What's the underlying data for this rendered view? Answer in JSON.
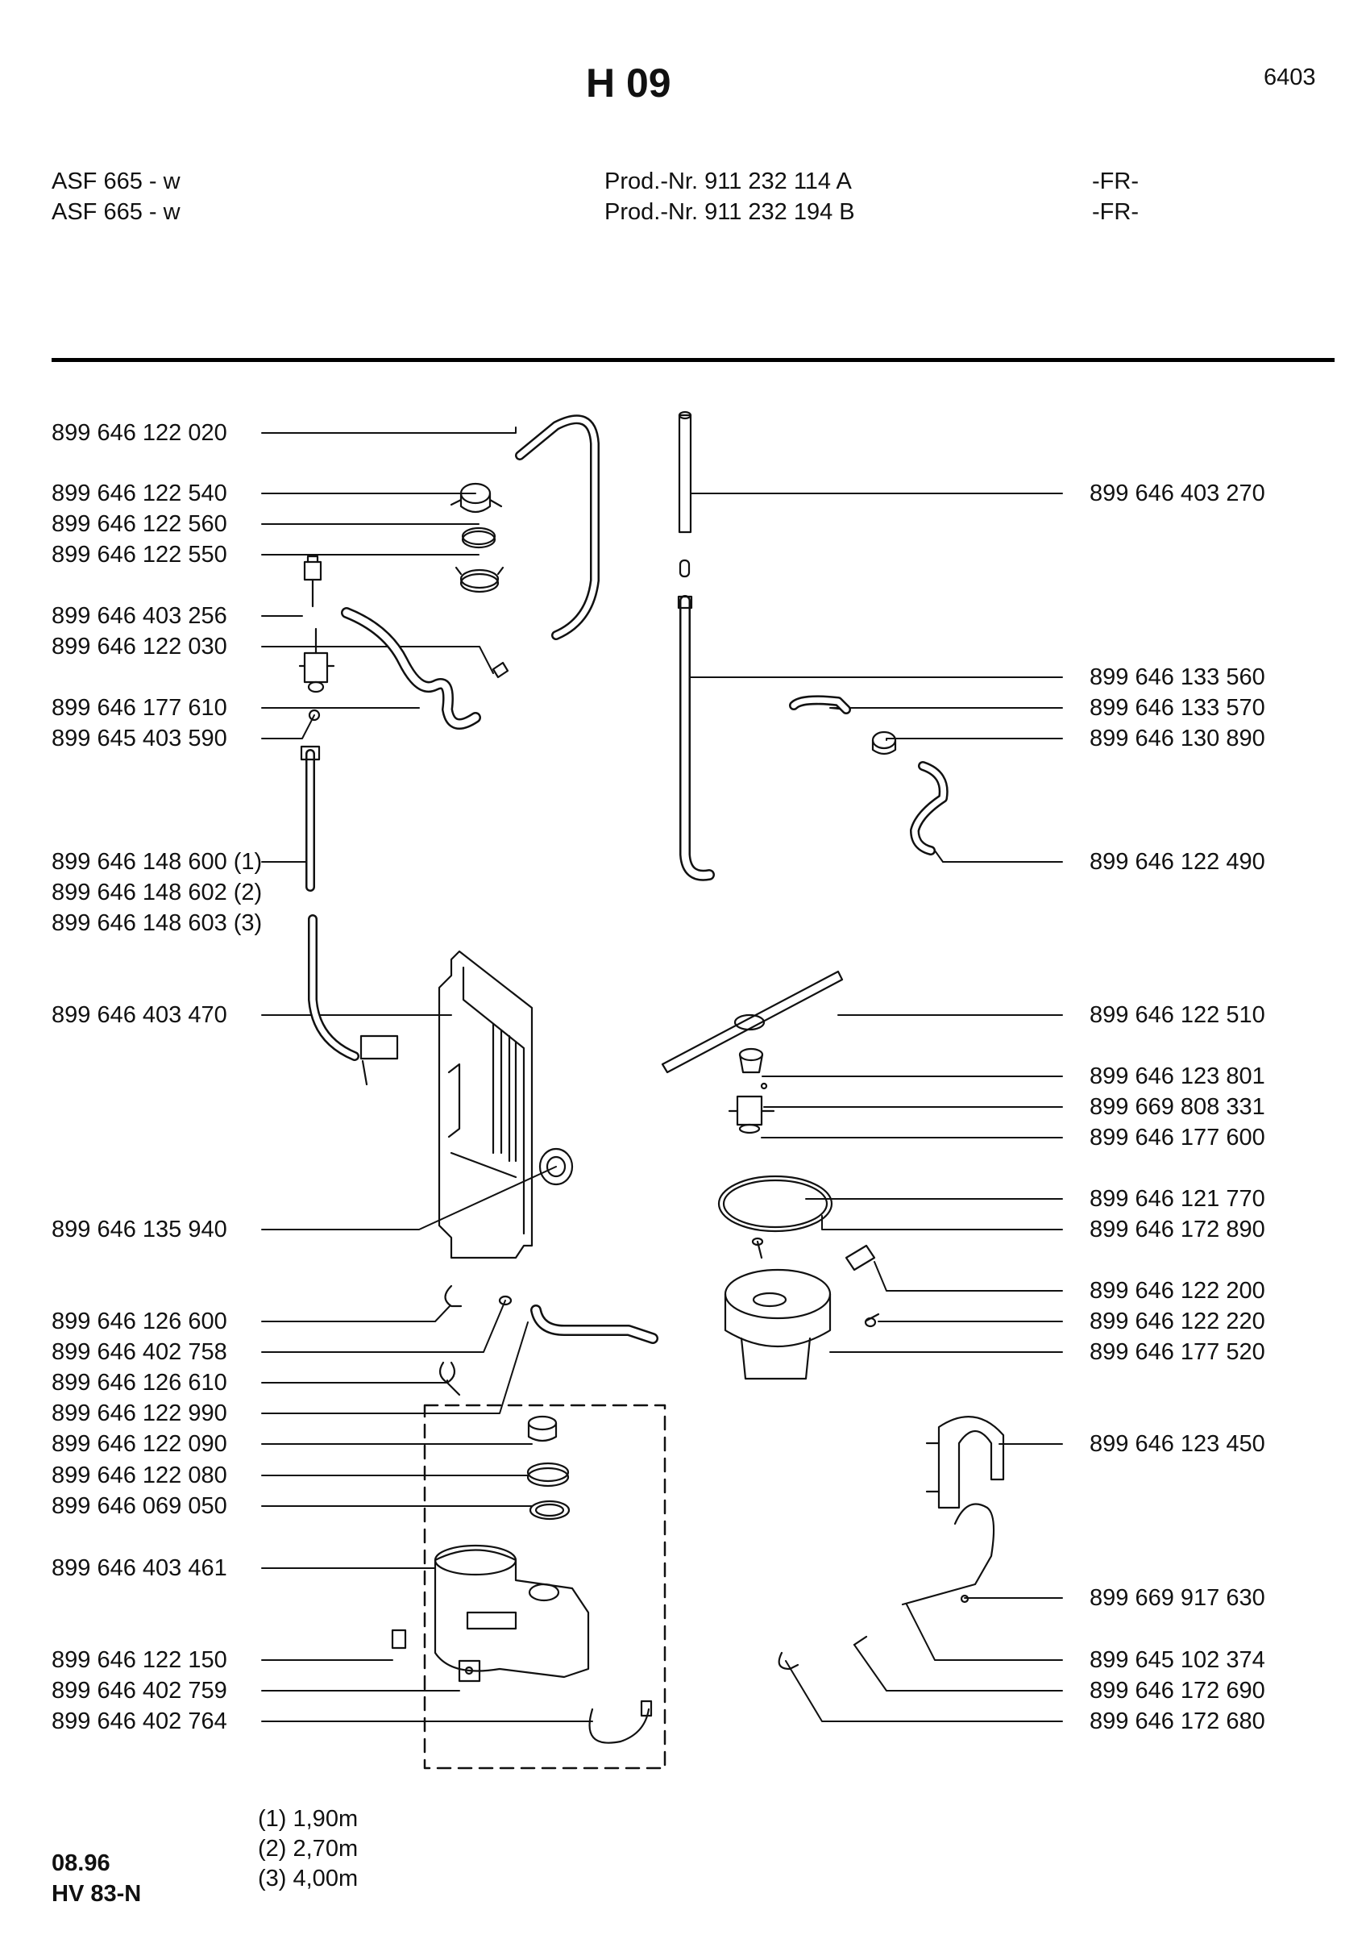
{
  "header": {
    "title": "H 09",
    "page_number": "6403",
    "models": [
      {
        "model": "ASF 665 - w",
        "prod": "Prod.-Nr. 911 232 114 A",
        "region": "-FR-"
      },
      {
        "model": "ASF 665 - w",
        "prod": "Prod.-Nr. 911 232 194 B",
        "region": "-FR-"
      }
    ]
  },
  "left_parts": [
    "899 646 122 020",
    "899 646 122 540",
    "899 646 122 560",
    "899 646 122 550",
    "899 646 403 256",
    "899 646 122 030",
    "899 646 177 610",
    "899 645 403 590",
    "899 646 148 600 (1)",
    "899 646 148 602 (2)",
    "899 646 148 603 (3)",
    "899 646 403 470",
    "899 646 135 940",
    "899 646 126 600",
    "899 646 402 758",
    "899 646 126 610",
    "899 646 122 990",
    "899 646 122 090",
    "899 646 122 080",
    "899 646 069 050",
    "899 646 403 461",
    "899 646 122 150",
    "899 646 402 759",
    "899 646 402 764"
  ],
  "right_parts": [
    "899 646 403 270",
    "899 646 133 560",
    "899 646 133 570",
    "899 646 130 890",
    "899 646 122 490",
    "899 646 122 510",
    "899 646 123 801",
    "899 669 808 331",
    "899 646 177 600",
    "899 646 121 770",
    "899 646 172 890",
    "899 646 122 200",
    "899 646 122 220",
    "899 646 177 520",
    "899 646 123 450",
    "899 669 917 630",
    "899 645 102 374",
    "899 646 172 690",
    "899 646 172 680"
  ],
  "footnotes": [
    "(1) 1,90m",
    "(2) 2,70m",
    "(3) 4,00m"
  ],
  "footer": {
    "date": "08.96",
    "code": "HV 83-N"
  }
}
